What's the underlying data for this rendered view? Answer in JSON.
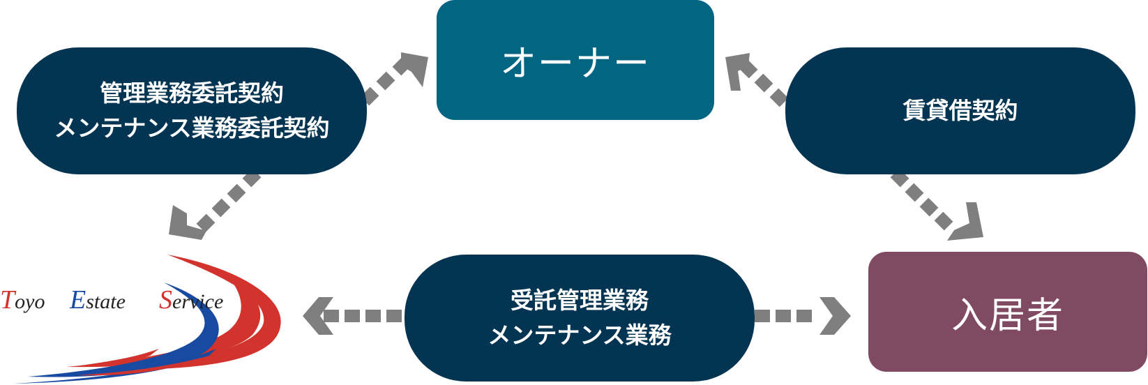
{
  "nodes": {
    "owner": "オーナー",
    "resident": "入居者"
  },
  "contracts": {
    "management_line1": "管理業務委託契約",
    "management_line2": "メンテナンス業務委託契約",
    "lease": "賃貸借契約",
    "consigned_line1": "受託管理業務",
    "consigned_line2": "メンテナンス業務"
  },
  "logo": {
    "word1_initial": "T",
    "word1_rest": "oyo",
    "word2_initial": "E",
    "word2_rest": "state",
    "word3_initial": "S",
    "word3_rest": "ervice"
  },
  "colors": {
    "pill": "#033552",
    "owner": "#026582",
    "resident": "#814a63",
    "arrow": "#7f7f7f",
    "logo_red": "#d2342d",
    "logo_blue": "#184aa1"
  }
}
